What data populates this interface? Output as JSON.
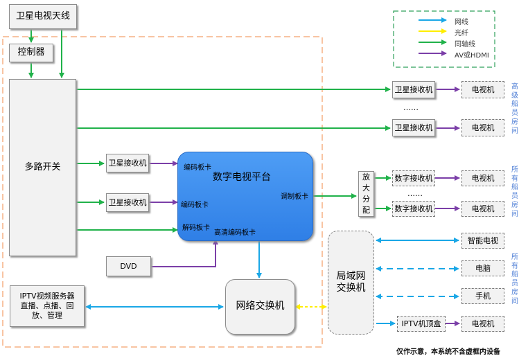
{
  "antenna": "卫星电视天线",
  "controller": "控制器",
  "multiswitch": "多路开关",
  "receiver": "卫星接收机",
  "dvd": "DVD",
  "platform": {
    "title": "数字电视平台",
    "card_encode": "编码板卡",
    "card_decode": "解码板卡",
    "card_hd": "高清编码板卡",
    "card_modulate": "调制板卡"
  },
  "amp": "放大分配",
  "digital_receiver": "数字接收机",
  "tv": "电视机",
  "dots": "……",
  "network_switch": "网络交换机",
  "iptv_server": "IPTV视频服务器\n直播、点播、回放、管理",
  "lan_switch": "局域网\n交换机",
  "smart_tv": "智能电视",
  "computer": "电脑",
  "phone": "手机",
  "iptv_stb": "IPTV机顶盒",
  "side_labels": {
    "senior": "高级船员房间",
    "all1": "所有船员房间",
    "all2": "所有船员房间"
  },
  "legend": {
    "items": [
      {
        "label": "网线",
        "color": "#1aa7e6"
      },
      {
        "label": "光纤",
        "color": "#ffee00"
      },
      {
        "label": "同轴线",
        "color": "#20b24a"
      },
      {
        "label": "AV或HDMI",
        "color": "#7b3fa8"
      }
    ]
  },
  "footnote": "仅作示意，本系统不含虚框内设备",
  "colors": {
    "network": "#1aa7e6",
    "fiber": "#ffee00",
    "coax": "#20b24a",
    "av": "#7b3fa8",
    "platform": "#3d8ef0"
  }
}
